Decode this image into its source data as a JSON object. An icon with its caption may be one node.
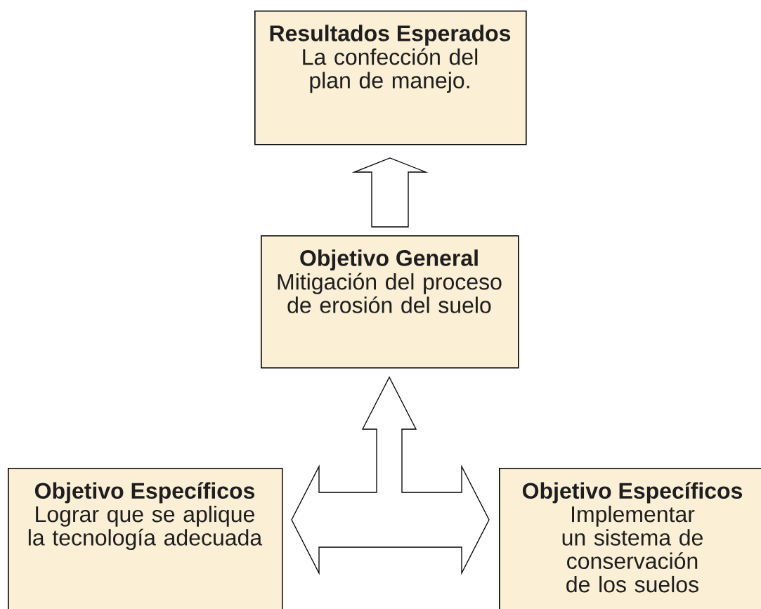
{
  "diagram": {
    "nodes": [
      {
        "text": [
          "Resultados Esperados",
          "La confección del plan de manejo."
        ]
      },
      {
        "text": [
          "Objetivo General",
          "Mitigación del proceso de erosión del suelo"
        ]
      },
      {
        "text": [
          "Objetivo Específicos",
          "Lograr que se aplique la tecnología adecuada"
        ]
      },
      {
        "text": [
          "Objetivo Específicos",
          "Implementar un sistema de conservación de los suelos"
        ]
      }
    ],
    "edges": [
      {
        "from": 1,
        "to": 0,
        "arrow": "to"
      },
      {
        "from": 2,
        "to": 1,
        "arrow": "both"
      },
      {
        "from": 3,
        "to": 1,
        "arrow": "both"
      }
    ]
  }
}
